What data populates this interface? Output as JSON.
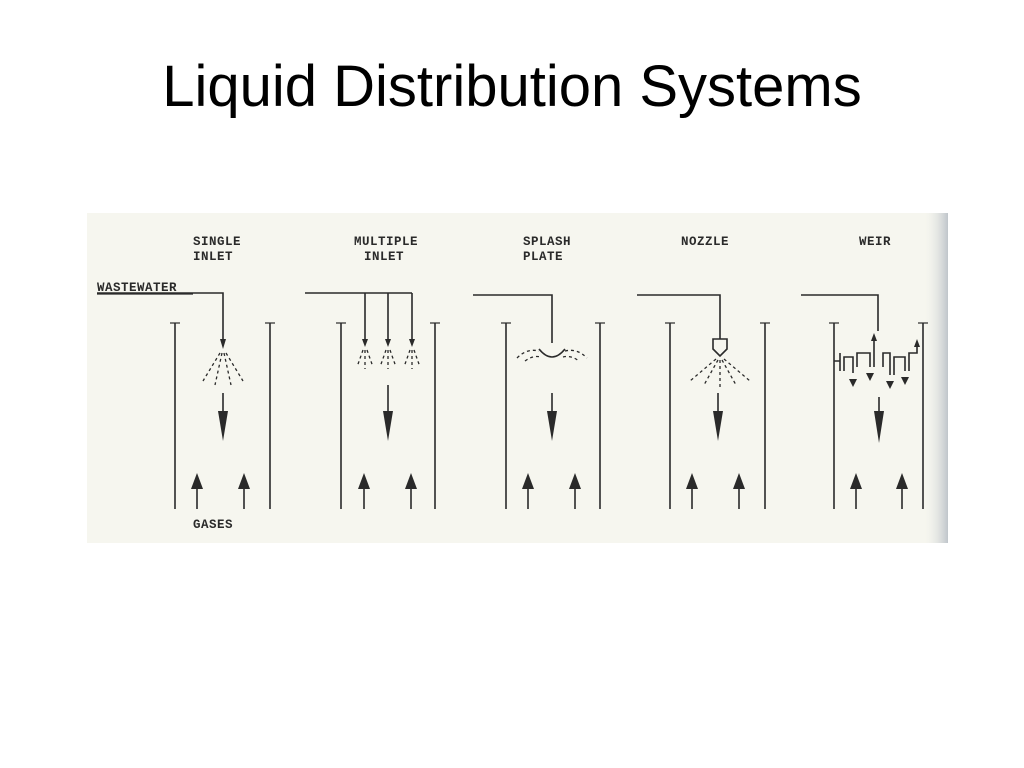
{
  "title": "Liquid Distribution Systems",
  "figure": {
    "labels": {
      "single_inlet_1": "SINGLE",
      "single_inlet_2": "INLET",
      "multiple_inlet_1": "MULTIPLE",
      "multiple_inlet_2": "INLET",
      "splash_plate_1": "SPLASH",
      "splash_plate_2": "PLATE",
      "nozzle": "NOZZLE",
      "weir": "WEIR",
      "wastewater": "WASTEWATER",
      "gases": "GASES"
    },
    "colors": {
      "background": "#f6f6ef",
      "ink": "#2a2a2a",
      "edge_shadow": "#c9ced3"
    }
  }
}
